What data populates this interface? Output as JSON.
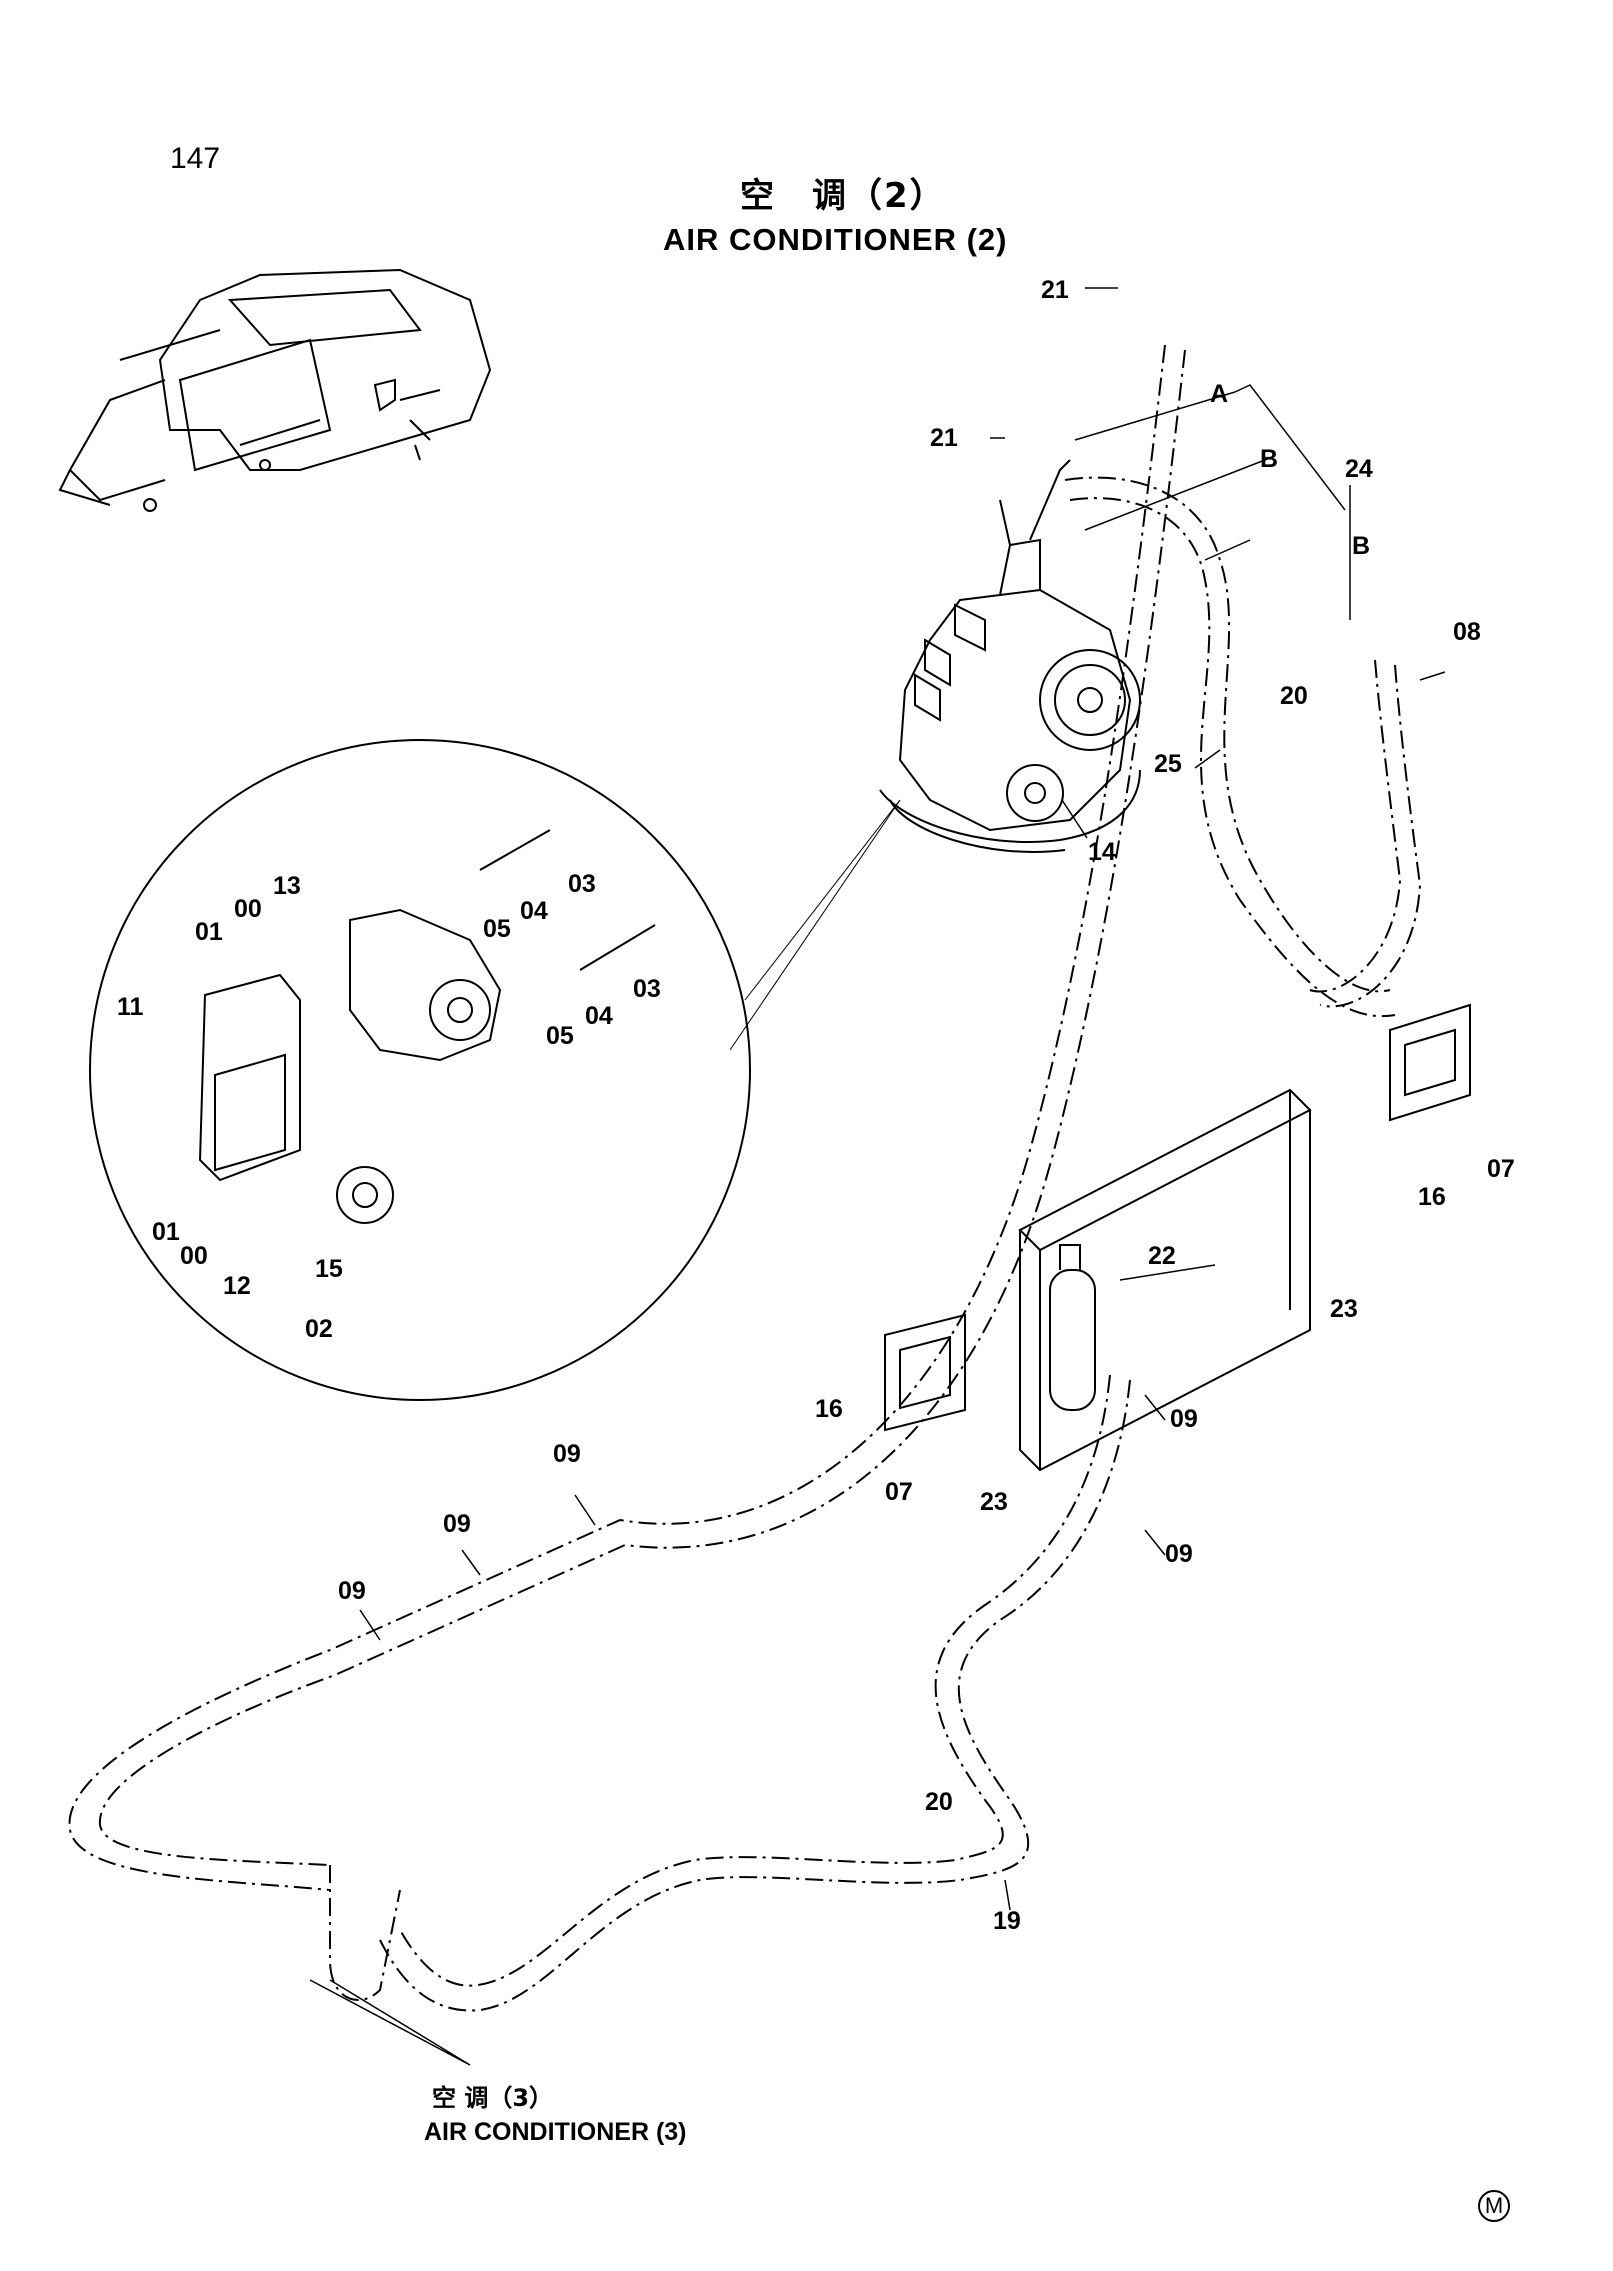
{
  "page_number": "147",
  "title_zh": "空　调（2）",
  "title_en": "AIR CONDITIONER (2)",
  "reference_zh": "空 调（3）",
  "reference_en": "AIR CONDITIONER (3)",
  "corner_mark": "M",
  "callouts": {
    "c21a": "21",
    "c21b": "21",
    "cA": "A",
    "cB1": "B",
    "cB2": "B",
    "c24": "24",
    "c08": "08",
    "c20a": "20",
    "c25": "25",
    "c14": "14",
    "c13": "13",
    "c00a": "00",
    "c01a": "01",
    "c03a": "03",
    "c04a": "04",
    "c05a": "05",
    "c03b": "03",
    "c04b": "04",
    "c05b": "05",
    "c11": "11",
    "c01b": "01",
    "c00b": "00",
    "c12": "12",
    "c15": "15",
    "c02": "02",
    "c16a": "16",
    "c07a": "07",
    "c22": "22",
    "c23a": "23",
    "c09a": "09",
    "c16b": "16",
    "c07b": "07",
    "c23b": "23",
    "c09b": "09",
    "c09c": "09",
    "c09d": "09",
    "c09e": "09",
    "c20b": "20",
    "c19": "19"
  }
}
